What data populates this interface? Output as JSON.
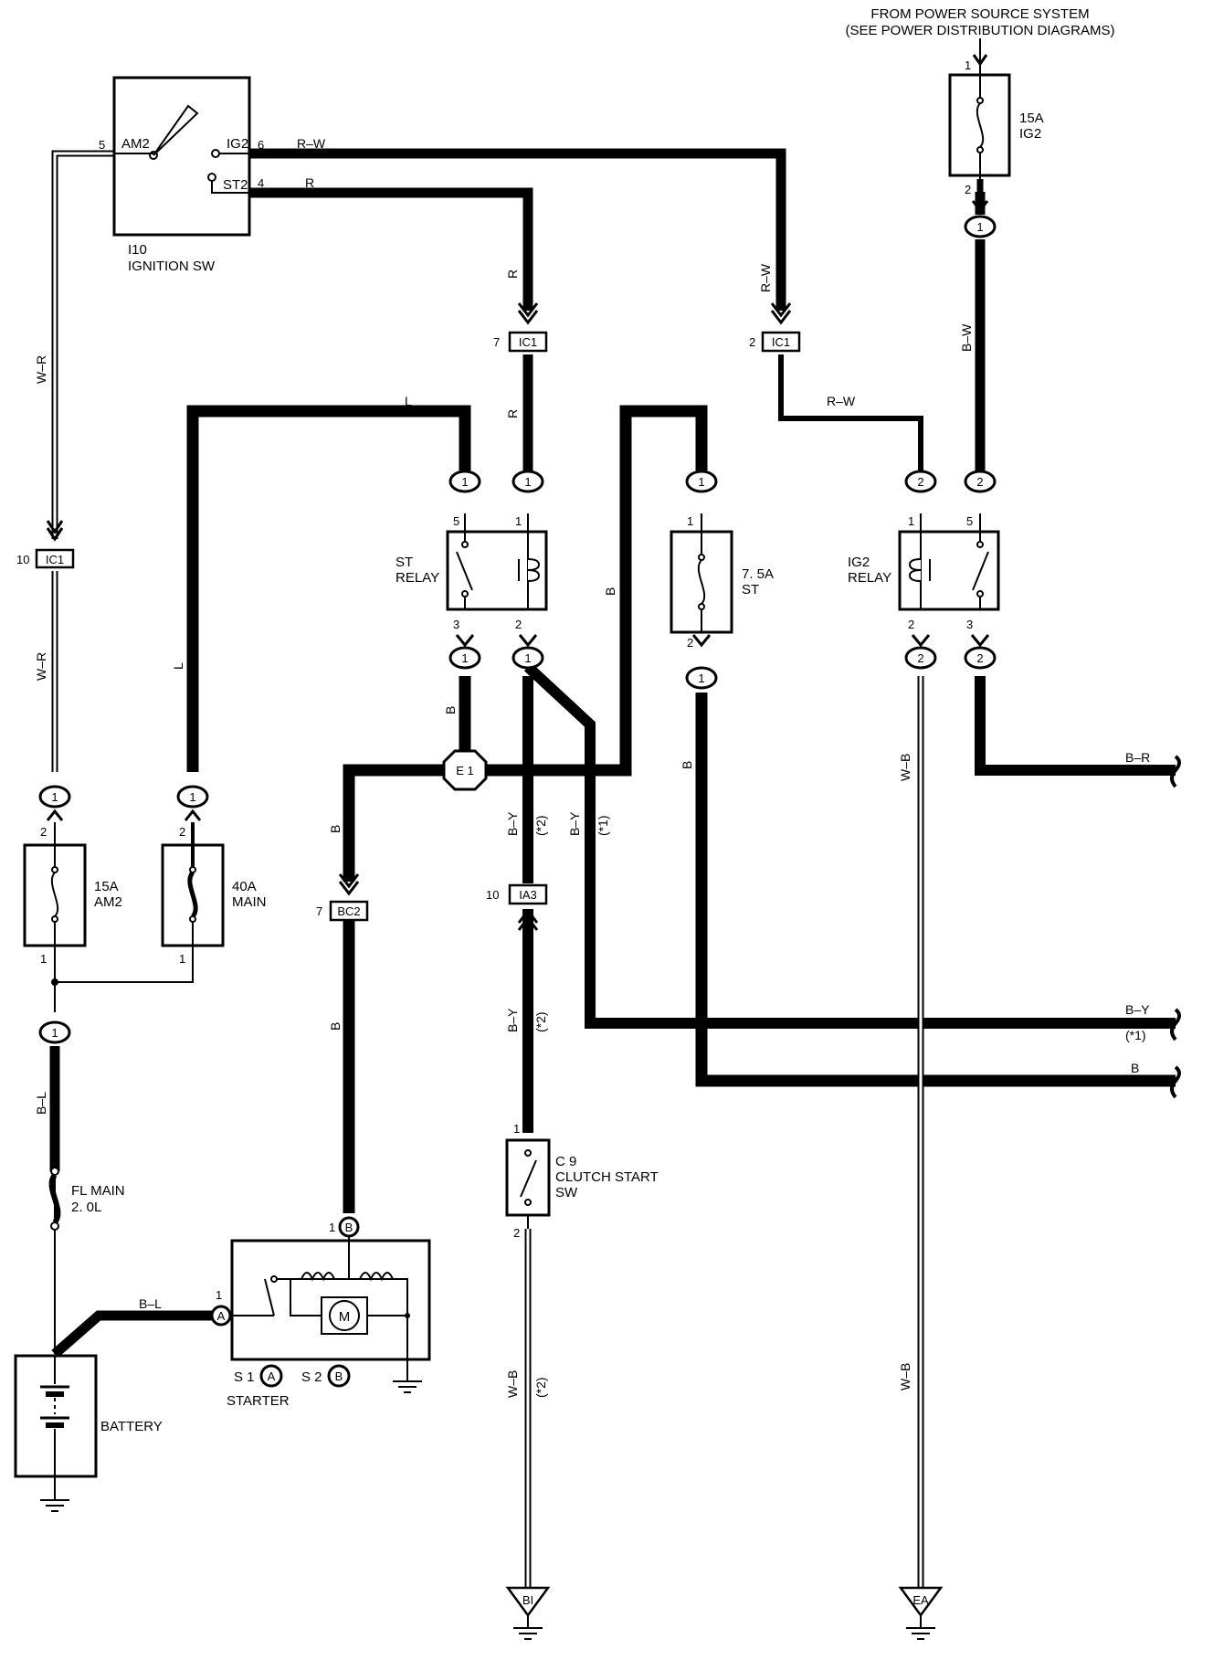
{
  "power_source": {
    "line1": "FROM POWER SOURCE SYSTEM",
    "line2": "(SEE POWER DISTRIBUTION DIAGRAMS)"
  },
  "ignition_switch": {
    "code": "I10",
    "name": "IGNITION SW",
    "am2": "AM2",
    "ig2": "IG2",
    "st2": "ST2",
    "pin_am2": "5",
    "pin_ig2": "6",
    "pin_st2": "4"
  },
  "fuse_ig2": {
    "amp": "15A",
    "name": "IG2",
    "pin_top": "1",
    "pin_bottom": "2"
  },
  "fuse_am2": {
    "amp": "15A",
    "name": "AM2",
    "pin_top": "2",
    "pin_bottom": "1"
  },
  "fuse_main": {
    "amp": "40A",
    "name": "MAIN",
    "pin_top": "2",
    "pin_bottom": "1"
  },
  "fuse_st": {
    "amp": "7. 5A",
    "name": "ST",
    "pin_top": "1",
    "pin_bottom": "2"
  },
  "fl_main": {
    "line1": "FL MAIN",
    "line2": "2. 0L"
  },
  "st_relay": {
    "line1": "ST",
    "line2": "RELAY",
    "pin5": "5",
    "pin1": "1",
    "pin3": "3",
    "pin2": "2"
  },
  "ig2_relay": {
    "line1": "IG2",
    "line2": "RELAY",
    "pin1": "1",
    "pin5": "5",
    "pin2": "2",
    "pin3": "3"
  },
  "clutch_sw": {
    "code": "C 9",
    "line1": "CLUTCH START",
    "line2": "SW",
    "pin_top": "1",
    "pin_bottom": "2"
  },
  "starter": {
    "name": "STARTER",
    "s1": "S 1",
    "s2": "S 2",
    "conn_a": "A",
    "conn_b": "B",
    "motor": "M",
    "pin_b": "1",
    "pin_a": "1"
  },
  "battery": {
    "name": "BATTERY"
  },
  "connectors": {
    "ic1_a": {
      "id": "IC1",
      "pin": "10"
    },
    "ic1_b": {
      "id": "IC1",
      "pin": "7"
    },
    "ic1_c": {
      "id": "IC1",
      "pin": "2"
    },
    "bc2": {
      "id": "BC2",
      "pin": "7"
    },
    "ia3": {
      "id": "IA3",
      "pin": "10"
    },
    "e1": "E 1",
    "junction_1": "1",
    "junction_2": "2"
  },
  "grounds": {
    "bi": "BI",
    "ea": "EA"
  },
  "wires": {
    "rw": "R–W",
    "r": "R",
    "wr": "W–R",
    "l": "L",
    "b": "B",
    "by": "B–Y",
    "br": "B–R",
    "bw": "B–W",
    "wb": "W–B",
    "bl": "B–L",
    "note1": "(*1)",
    "note2": "(*2)"
  }
}
